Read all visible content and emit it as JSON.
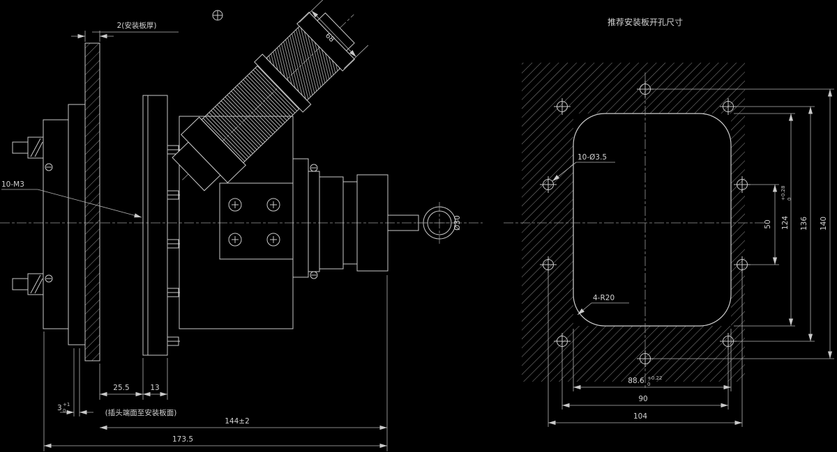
{
  "colors": {
    "background": "#000000",
    "line": "#c9c9c9",
    "dimension_line": "#b5b5b5",
    "hatch": "#8a8a8a",
    "text": "#d2d2d2"
  },
  "left_view": {
    "plate_label": "2(安装板厚)",
    "flange_holes_label": "10-M3",
    "connector_width_dim": "68",
    "shaft_end_diameter": "Ø30",
    "dim_plate_to_flange": "25.5",
    "dim_flange_thickness": "13",
    "dim_protrusion": "3",
    "dim_protrusion_tol_up": "+1",
    "dim_protrusion_tol_dn": "0",
    "protrusion_note": "(插头端面至安装板面)",
    "dim_mid_length": "144±2",
    "dim_total_length": "173.5"
  },
  "right_view": {
    "title": "推荐安装板开孔尺寸",
    "holes_label": "10-Ø3.5",
    "corner_radius_label": "4-R20",
    "dim_cutout_width": "88.6",
    "dim_cutout_width_tol_up": "+0.22",
    "dim_cutout_width_tol_dn": "0",
    "dim_hole_span_inner": "90",
    "dim_hole_span_outer": "104",
    "dim_side_hole_span": "50",
    "dim_cutout_height": "124",
    "dim_cutout_height_tol_up": "+0.28",
    "dim_cutout_height_tol_dn": "0",
    "dim_hole_rows": "136",
    "dim_center_holes": "140"
  }
}
